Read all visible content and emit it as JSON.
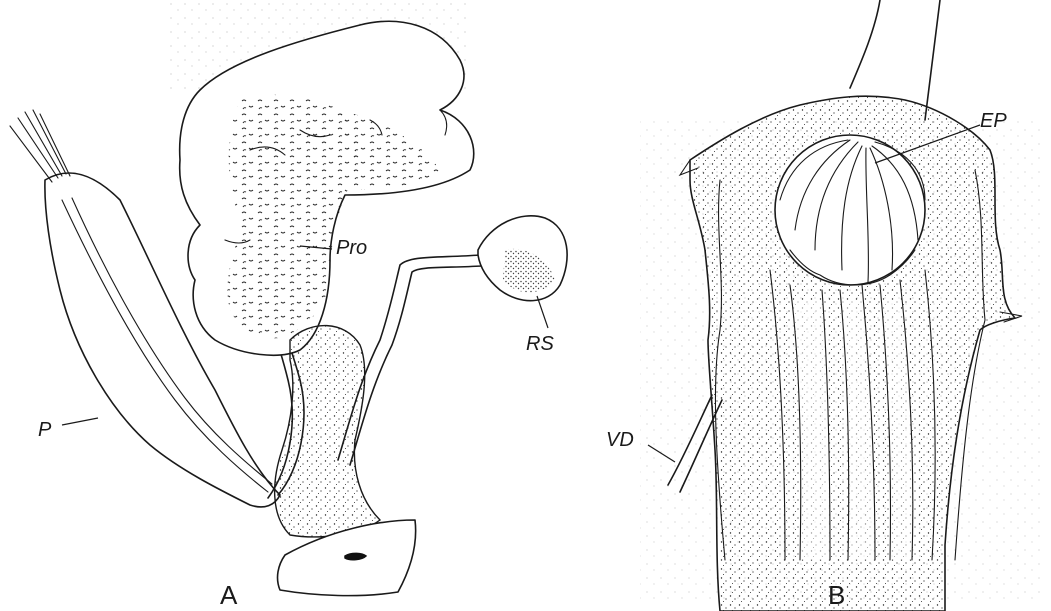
{
  "figure": {
    "panels": [
      {
        "id": "A",
        "label": "A"
      },
      {
        "id": "B",
        "label": "B"
      }
    ],
    "labels": {
      "pro": "Pro",
      "rs": "RS",
      "p": "P",
      "ep": "EP",
      "vd": "VD"
    }
  }
}
